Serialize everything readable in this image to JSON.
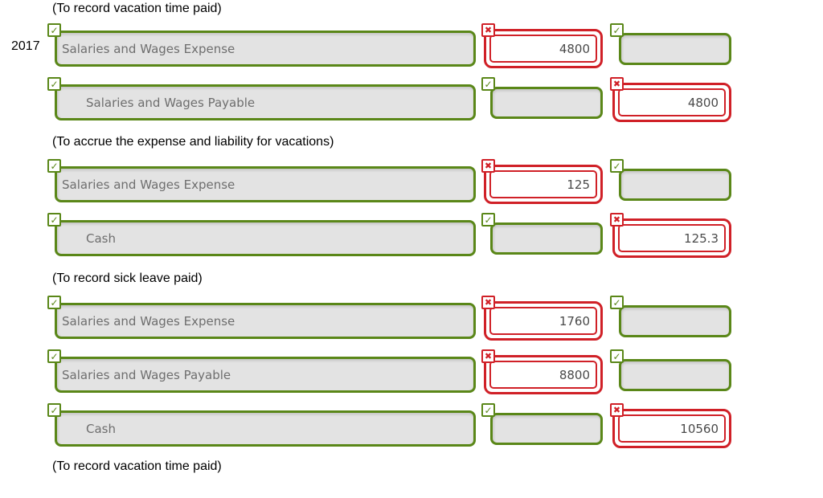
{
  "colors": {
    "correct_green": "#5a8718",
    "incorrect_red": "#d02027",
    "field_gray": "#e3e3e3",
    "account_text": "#6e6e6e",
    "amount_text": "#4a4a4a"
  },
  "year_label": "2017",
  "captions": [
    "(To record vacation time paid)",
    "(To accrue the expense and liability for vacations)",
    "(To record sick leave paid)",
    "(To record vacation time paid)"
  ],
  "status_icons": {
    "check_glyph": "✓",
    "x_glyph": "✖"
  },
  "rows": [
    {
      "account": "Salaries and Wages Expense",
      "indent": false,
      "debit": {
        "state": "incorrect",
        "value": "4800"
      },
      "credit": {
        "state": "correct",
        "value": ""
      }
    },
    {
      "account": "Salaries and Wages Payable",
      "indent": true,
      "debit": {
        "state": "correct",
        "value": ""
      },
      "credit": {
        "state": "incorrect",
        "value": "4800"
      }
    },
    {
      "account": "Salaries and Wages Expense",
      "indent": false,
      "debit": {
        "state": "incorrect",
        "value": "125"
      },
      "credit": {
        "state": "correct",
        "value": ""
      }
    },
    {
      "account": "Cash",
      "indent": true,
      "debit": {
        "state": "correct",
        "value": ""
      },
      "credit": {
        "state": "incorrect",
        "value": "125.3"
      }
    },
    {
      "account": "Salaries and Wages Expense",
      "indent": false,
      "debit": {
        "state": "incorrect",
        "value": "1760"
      },
      "credit": {
        "state": "correct",
        "value": ""
      }
    },
    {
      "account": "Salaries and Wages Payable",
      "indent": false,
      "debit": {
        "state": "incorrect",
        "value": "8800"
      },
      "credit": {
        "state": "correct",
        "value": ""
      }
    },
    {
      "account": "Cash",
      "indent": true,
      "debit": {
        "state": "correct",
        "value": ""
      },
      "credit": {
        "state": "incorrect",
        "value": "10560"
      }
    }
  ]
}
